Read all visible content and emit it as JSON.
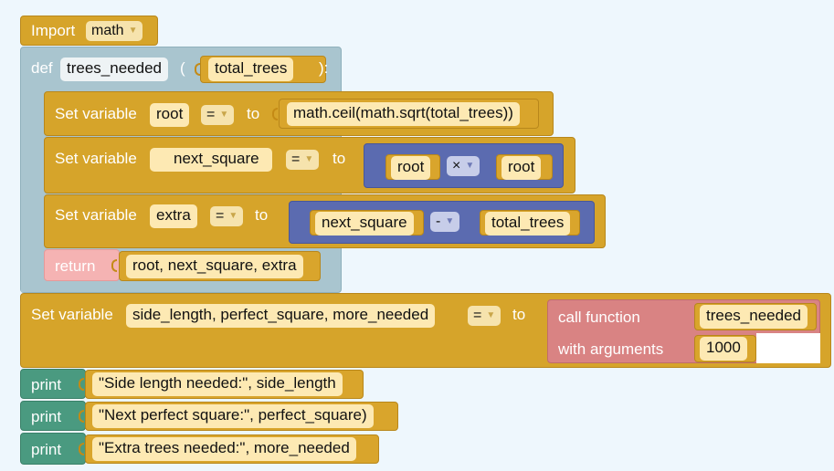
{
  "import_block": {
    "label": "Import",
    "module": "math"
  },
  "def_block": {
    "keyword": "def",
    "name": "trees_needed",
    "open_paren": "(",
    "param": "total_trees",
    "close": "):"
  },
  "set_root": {
    "label": "Set variable",
    "var": "root",
    "op": "=",
    "to": "to",
    "value": "math.ceil(math.sqrt(total_trees))"
  },
  "set_next": {
    "label": "Set variable",
    "var": "next_square",
    "op": "=",
    "to": "to",
    "left": "root",
    "operator": "×",
    "right": "root"
  },
  "set_extra": {
    "label": "Set variable",
    "var": "extra",
    "op": "=",
    "to": "to",
    "left": "next_square",
    "operator": "-",
    "right": "total_trees"
  },
  "return_block": {
    "label": "return",
    "value": "root, next_square, extra"
  },
  "set_main": {
    "label": "Set variable",
    "var": "side_length, perfect_square, more_needed",
    "op": "=",
    "to": "to",
    "call_label": "call function",
    "func": "trees_needed",
    "args_label": "with arguments",
    "arg": "1000"
  },
  "prints": [
    {
      "label": "print",
      "value": "\"Side length needed:\", side_length"
    },
    {
      "label": "print",
      "value": "\"Next perfect square:\", perfect_square)"
    },
    {
      "label": "print",
      "value": "\"Extra trees needed:\", more_needed"
    }
  ]
}
